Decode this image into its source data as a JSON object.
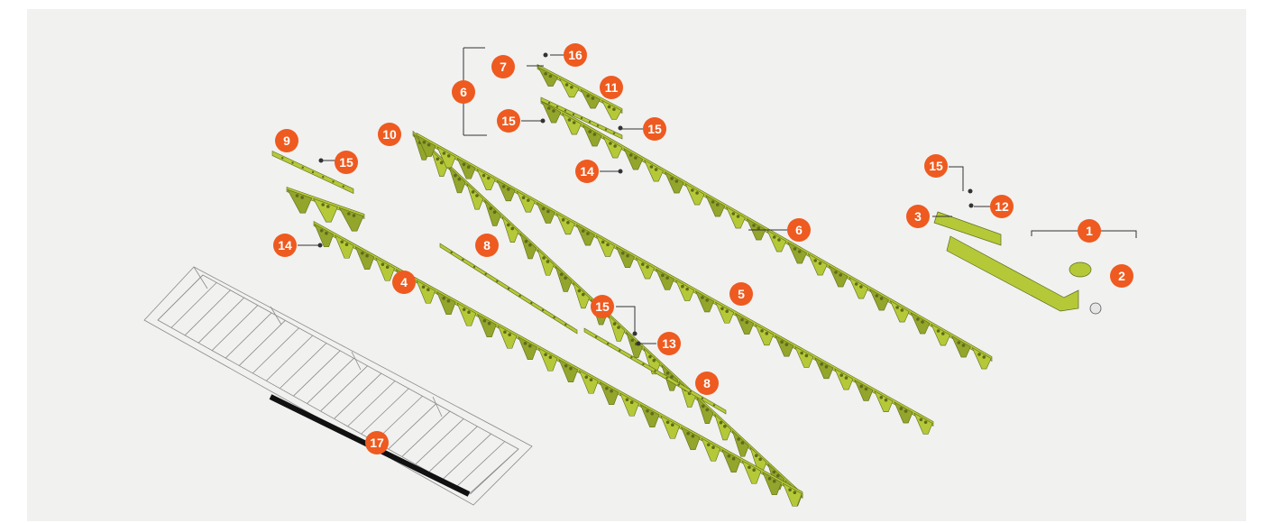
{
  "colors": {
    "background": "#f1f1f0",
    "part_fill": "#b5c938",
    "part_shade": "#93a52b",
    "part_outline": "#5f6b1b",
    "callout": "#ee5a1f",
    "callout_text": "#ffffff",
    "leader": "#333333",
    "frame_line": "#8a8a8a"
  },
  "callouts": [
    {
      "id": "c1",
      "label": "1"
    },
    {
      "id": "c2",
      "label": "2"
    },
    {
      "id": "c3",
      "label": "3"
    },
    {
      "id": "c4",
      "label": "4"
    },
    {
      "id": "c5",
      "label": "5"
    },
    {
      "id": "c6a",
      "label": "6"
    },
    {
      "id": "c6b",
      "label": "6"
    },
    {
      "id": "c7",
      "label": "7"
    },
    {
      "id": "c8a",
      "label": "8"
    },
    {
      "id": "c8b",
      "label": "8"
    },
    {
      "id": "c9",
      "label": "9"
    },
    {
      "id": "c10",
      "label": "10"
    },
    {
      "id": "c11",
      "label": "11"
    },
    {
      "id": "c12",
      "label": "12"
    },
    {
      "id": "c13",
      "label": "13"
    },
    {
      "id": "c14a",
      "label": "14"
    },
    {
      "id": "c14b",
      "label": "14"
    },
    {
      "id": "c15a",
      "label": "15"
    },
    {
      "id": "c15b",
      "label": "15"
    },
    {
      "id": "c15c",
      "label": "15"
    },
    {
      "id": "c15d",
      "label": "15"
    },
    {
      "id": "c15e",
      "label": "15"
    },
    {
      "id": "c16",
      "label": "16"
    },
    {
      "id": "c17",
      "label": "17"
    }
  ]
}
